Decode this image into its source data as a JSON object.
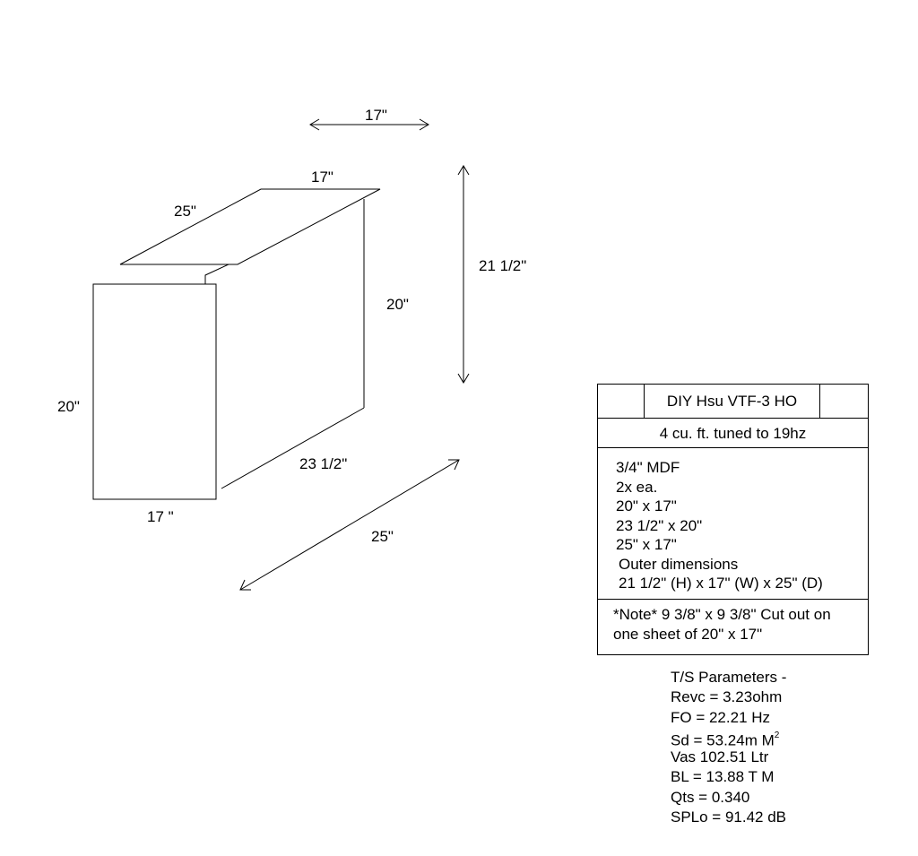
{
  "dimensions": {
    "top_width_arrow": "17\"",
    "top_panel_width": "17\"",
    "top_panel_depth": "25\"",
    "height_arrow": "21 1/2\"",
    "side_panel_height": "20\"",
    "front_panel_height": "20\"",
    "side_panel_length": "23 1/2\"",
    "front_panel_width": "17 \"",
    "depth_arrow": "25\""
  },
  "spec_table": {
    "title": "DIY Hsu VTF-3 HO",
    "subtitle": "4 cu. ft. tuned to 19hz",
    "materials": [
      "3/4\" MDF",
      "2x ea.",
      "20\" x 17\"",
      "23 1/2\" x 20\"",
      "25\" x 17\"",
      "Outer dimensions",
      "21 1/2\" (H) x 17\" (W) x 25\" (D)"
    ],
    "note_line1": "*Note* 9 3/8\" x 9 3/8\" Cut out on",
    "note_line2": "one sheet of 20\" x 17\""
  },
  "ts_parameters": {
    "heading": "T/S Parameters -",
    "revc": "Revc = 3.23ohm",
    "fo": "FO = 22.21 Hz",
    "sd": "Sd = 53.24m M",
    "sd_superscript": "2",
    "vas": "Vas 102.51 Ltr",
    "bl": "BL = 13.88 T M",
    "qts": "Qts = 0.340",
    "splo": "SPLo = 91.42 dB"
  }
}
